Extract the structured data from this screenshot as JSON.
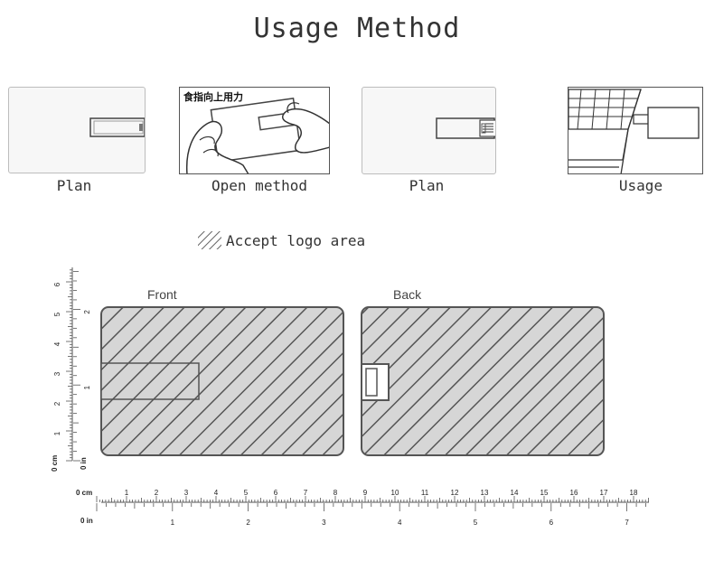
{
  "title": "Usage Method",
  "panels": [
    {
      "caption": "Plan"
    },
    {
      "caption": "Open method",
      "annotation": "食指向上用力"
    },
    {
      "caption": "Plan"
    },
    {
      "caption": "Usage"
    }
  ],
  "legend": {
    "label": "Accept logo area"
  },
  "cards": {
    "front_label": "Front",
    "back_label": "Back"
  },
  "ruler": {
    "cm_unit": "0 cm",
    "in_unit": "0 in",
    "cm_ticks": [
      "1",
      "2",
      "3",
      "4",
      "5",
      "6",
      "7",
      "8",
      "9",
      "10",
      "11",
      "12",
      "13",
      "14",
      "15",
      "16",
      "17",
      "18"
    ],
    "in_ticks": [
      "1",
      "2",
      "3",
      "4",
      "5",
      "6",
      "7"
    ],
    "vertical_cm_ticks": [
      "1",
      "2",
      "3",
      "4",
      "5",
      "6"
    ],
    "vertical_in_ticks": [
      "1",
      "2"
    ]
  }
}
